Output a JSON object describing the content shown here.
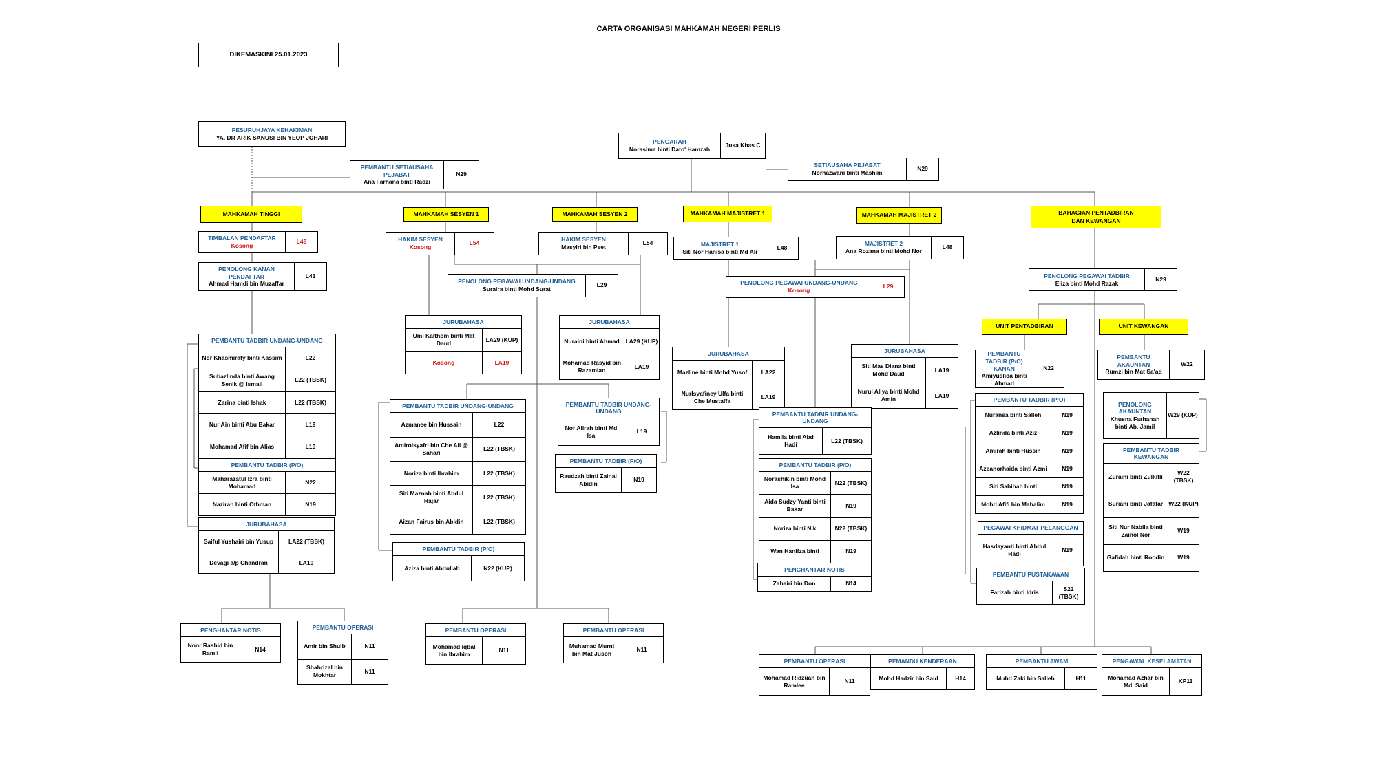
{
  "title": "CARTA ORGANISASI MAHKAMAH NEGERI PERLIS",
  "updated": "DIKEMASKINI  25.01.2023",
  "commissioner": {
    "title": "PESURUHJAYA KEHAKIMAN",
    "name": "YA. DR ARIK SANUSI BIN YEOP JOHARI"
  },
  "director": {
    "title": "PENGARAH",
    "name": "Norasima binti Dato' Hamzah",
    "grade": "Jusa Khas C"
  },
  "office_secretary": {
    "title": "SETIAUSAHA PEJABAT",
    "name": "Norhazwani binti Mashim",
    "grade": "N29"
  },
  "assistant_secretary": {
    "title": "PEMBANTU SETIAUSAHA PEJABAT",
    "name": "Ana Farhana binti Radzi",
    "grade": "N29"
  },
  "sections": {
    "mt": "MAHKAMAH TINGGI",
    "ms1": "MAHKAMAH SESYEN 1",
    "ms2": "MAHKAMAH SESYEN 2",
    "mm1": "MAHKAMAH MAJISTRET 1",
    "mm2": "MAHKAMAH MAJISTRET 2",
    "bpk": "BAHAGIAN PENTADBIRAN DAN KEWANGAN",
    "up": "UNIT PENTADBIRAN",
    "uk": "UNIT KEWANGAN"
  },
  "boxes": {
    "timbalan": {
      "title": "TIMBALAN PENDAFTAR",
      "name": "Kosong",
      "grade": "L48"
    },
    "penolong_kanan": {
      "title": "PENOLONG KANAN PENDAFTAR",
      "name": "Ahmad Hamdi bin Muzaffar",
      "grade": "L41"
    },
    "hakim1": {
      "title": "HAKIM SESYEN",
      "name": "Kosong",
      "grade": "L54"
    },
    "hakim2": {
      "title": "HAKIM SESYEN",
      "name": "Masyiri bin Peet",
      "grade": "L54"
    },
    "ppuu_sesyen": {
      "title": "PENOLONG PEGAWAI UNDANG-UNDANG",
      "name": "Suraira binti Mohd Surat",
      "grade": "L29"
    },
    "majistret1": {
      "title": "MAJISTRET 1",
      "name": "Siti Nor Hanisa binti Md Ali",
      "grade": "L48"
    },
    "majistret2": {
      "title": "MAJISTRET 2",
      "name": "Ana Rozana binti Mohd Nor",
      "grade": "L48"
    },
    "ppuu_majistret": {
      "title": "PENOLONG PEGAWAI UNDANG-UNDANG",
      "name": "Kosong",
      "grade": "L29"
    },
    "ppt": {
      "title": "PENOLONG PEGAWAI TADBIR",
      "name": "Eliza binti Mohd Razak",
      "grade": "N29"
    },
    "pt_kanan": {
      "title": "PEMBANTU TADBIR (P/O) KANAN",
      "name": "Amiyuslida binti Ahmad",
      "grade": "N22"
    },
    "pem_akauntan": {
      "title": "PEMBANTU AKAUNTAN",
      "name": "Rumzi bin Mat Sa'ad",
      "grade": "W22"
    },
    "pen_akauntan": {
      "title": "PENOLONG AKAUNTAN",
      "name": "Khusna Farhanah binti Ab. Jamil",
      "grade": "W29 (KUP)"
    }
  },
  "tables": {
    "mt_ptuu": {
      "title": "PEMBANTU TADBIR UNDANG-UNDANG",
      "rows": [
        [
          "Nor Khasmiraty  binti Kassim",
          "L22"
        ],
        [
          "Suhazlinda binti Awang Senik @ Ismail",
          "L22 (TBSK)"
        ],
        [
          "Zarina binti Ishak",
          "L22 (TBSK)"
        ],
        [
          "Nur Ain binti Abu Bakar",
          "L19"
        ],
        [
          "Mohamad Afif bin Alias",
          "L19"
        ]
      ]
    },
    "mt_pto": {
      "title": "PEMBANTU TADBIR (P/O)",
      "rows": [
        [
          "Maharazatul Izra binti Mohamad",
          "N22"
        ],
        [
          "Nazirah binti Othman",
          "N19"
        ]
      ]
    },
    "mt_jb": {
      "title": "JURUBAHASA",
      "rows": [
        [
          "Saiful Yushairi bin Yusup",
          "LA22 (TBSK)"
        ],
        [
          "Devagi  a/p Chandran",
          "LA19"
        ]
      ]
    },
    "mt_pn": {
      "title": "PENGHANTAR NOTIS",
      "rows": [
        [
          "Noor Rashid bin Ramli",
          "N14"
        ]
      ]
    },
    "mt_po": {
      "title": "PEMBANTU OPERASI",
      "rows": [
        [
          "Amir bin Shuib",
          "N11"
        ],
        [
          "Shahrizal bin Mokhtar",
          "N11"
        ]
      ]
    },
    "ms1_jb": {
      "title": "JURUBAHASA",
      "rows": [
        [
          "Umi Kalthom binti Mat Daud",
          "LA29 (KUP)"
        ],
        [
          "Kosong",
          "LA19"
        ]
      ]
    },
    "ms2_jb": {
      "title": "JURUBAHASA",
      "rows": [
        [
          "Nuraini binti Ahmad",
          "LA29 (KUP)"
        ],
        [
          "Mohamad Rasyid bin Razamian",
          "LA19"
        ]
      ]
    },
    "ms_ptuu": {
      "title": "PEMBANTU TADBIR UNDANG-UNDANG",
      "rows": [
        [
          "Azmanee bin Hussain",
          "L22"
        ],
        [
          "Amirolsyafri bin Che Ali @ Sahari",
          "L22 (TBSK)"
        ],
        [
          "Noriza binti Ibrahim",
          "L22 (TBSK)"
        ],
        [
          "Siti Maznah binti Abdul Hajar",
          "L22 (TBSK)"
        ],
        [
          "Aizan Fairus bin Abidin",
          "L22 (TBSK)"
        ]
      ]
    },
    "ms_pto": {
      "title": "PEMBANTU TADBIR (P/O)",
      "rows": [
        [
          "Aziza binti Abdullah",
          "N22 (KUP)"
        ]
      ]
    },
    "ms2_ptuu": {
      "title": "PEMBANTU TADBIR UNDANG-UNDANG",
      "rows": [
        [
          "Nor Alirah binti Md Isa",
          "L19"
        ]
      ]
    },
    "ms2_pto": {
      "title": "PEMBANTU TADBIR (P/O)",
      "rows": [
        [
          "Raudzah binti Zainal Abidin",
          "N19"
        ]
      ]
    },
    "ms_po1": {
      "title": "PEMBANTU OPERASI",
      "rows": [
        [
          "Mohamad Iqbal bin Ibrahim",
          "N11"
        ]
      ]
    },
    "ms_po2": {
      "title": "PEMBANTU OPERASI",
      "rows": [
        [
          "Muhamad Murni bin Mat Jusoh",
          "N11"
        ]
      ]
    },
    "mm1_jb": {
      "title": "JURUBAHASA",
      "rows": [
        [
          "Mazline binti Mohd Yusof",
          "LA22"
        ],
        [
          "Nurlsyafiney Ulfa binti Che Mustaffa",
          "LA19"
        ]
      ]
    },
    "mm2_jb": {
      "title": "JURUBAHASA",
      "rows": [
        [
          "Siti Mas Diana binti Mohd Daud",
          "LA19"
        ],
        [
          "Nurul Aliya binti Mohd Amin",
          "LA19"
        ]
      ]
    },
    "mm_ptuu": {
      "title": "PEMBANTU TADBIR UNDANG-UNDANG",
      "rows": [
        [
          "Hamila binti Abd Hadi",
          "L22 (TBSK)"
        ]
      ]
    },
    "mm_pto": {
      "title": "PEMBANTU TADBIR (P/O)",
      "rows": [
        [
          "Norashikin binti Mohd Isa",
          "N22 (TBSK)"
        ],
        [
          "Aida Sudzy Yanti binti Bakar",
          "N19"
        ],
        [
          "Noriza binti Nik",
          "N22 (TBSK)"
        ],
        [
          "Wan Hanifza binti",
          "N19"
        ]
      ]
    },
    "mm_pn": {
      "title": "PENGHANTAR NOTIS",
      "rows": [
        [
          "Zahairi bin Don",
          "N14"
        ]
      ]
    },
    "up_pto": {
      "title": "PEMBANTU TADBIR (P/O)",
      "rows": [
        [
          "Nuransa binti Salleh",
          "N19"
        ],
        [
          "Azlinda binti Aziz",
          "N19"
        ],
        [
          "Amirah binti Hussin",
          "N19"
        ],
        [
          "Azeanorhaida binti Azmi",
          "N19"
        ],
        [
          "Siti Sabihah binti",
          "N19"
        ],
        [
          "Mohd Afifi bin Mahalim",
          "N19"
        ]
      ]
    },
    "up_pkp": {
      "title": "PEGAWAI KHIDMAT PELANGGAN",
      "rows": [
        [
          "Hasdayanti binti Abdul Hadi",
          "N19"
        ]
      ]
    },
    "up_pp": {
      "title": "PEMBANTU PUSTAKAWAN",
      "rows": [
        [
          "Farizah binti Idris",
          "S22 (TBSK)"
        ]
      ]
    },
    "uk_ptk": {
      "title": "PEMBANTU TADBIR KEWANGAN",
      "rows": [
        [
          "Zuraini binti Zulkifli",
          "W22 (TBSK)"
        ],
        [
          "Suriani binti Jafafar",
          "W22 (KUP)"
        ],
        [
          "Siti Nur Nabila binti Zainol Nor",
          "W19"
        ],
        [
          "Gafidah binti Roodin",
          "W19"
        ]
      ]
    },
    "bpk_po": {
      "title": "PEMBANTU OPERASI",
      "rows": [
        [
          "Mohamad Ridzuan bin Ramlee",
          "N11"
        ]
      ]
    },
    "bpk_pk": {
      "title": "PEMANDU KENDERAAN",
      "rows": [
        [
          "Mohd Hadzir bin Said",
          "H14"
        ]
      ]
    },
    "bpk_pa": {
      "title": "PEMBANTU AWAM",
      "rows": [
        [
          "Muhd Zaki bin Salleh",
          "H11"
        ]
      ]
    },
    "bpk_pkb": {
      "title": "PENGAWAL KESELAMATAN",
      "rows": [
        [
          "Mohamad Azhar bin Md. Said",
          "KP11"
        ]
      ]
    }
  },
  "colors": {
    "header_text": "#1f5f97",
    "section_fill": "#ffff00",
    "vacant_text": "#d01010"
  }
}
